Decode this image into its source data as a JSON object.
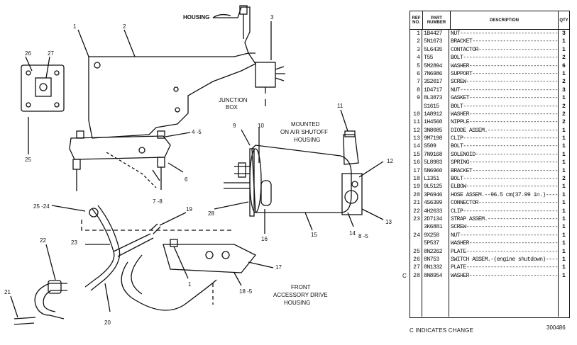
{
  "diagram": {
    "labels": {
      "housing": "HOUSING",
      "junction_box": "JUNCTION\nBOX",
      "mounted": "MOUNTED\nON AIR SHUTOFF\nHOUSING",
      "front_accessory": "FRONT\nACCESSORY DRIVE\nHOUSING"
    },
    "callouts": [
      "1",
      "2",
      "3",
      "26",
      "27",
      "25",
      "4 -5",
      "6",
      "7 -8",
      "9",
      "10",
      "11",
      "12",
      "13",
      "14",
      "8 -5",
      "15",
      "16",
      "28",
      "25 -24",
      "19",
      "23",
      "22",
      "21",
      "20",
      "17",
      "18 -5",
      "1"
    ]
  },
  "table": {
    "headers": {
      "ref": "REF\nNO.",
      "part": "PART\nNUMBER",
      "description": "DESCRIPTION",
      "qty": "QTY"
    },
    "rows": [
      {
        "ref": "1",
        "part": "1B4427",
        "desc": "NUT",
        "qty": "3"
      },
      {
        "ref": "2",
        "part": "5N1673",
        "desc": "BRACKET",
        "qty": "1"
      },
      {
        "ref": "3",
        "part": "5L6435",
        "desc": "CONTACTOR",
        "qty": "1"
      },
      {
        "ref": "4",
        "part": "T55",
        "desc": "BOLT",
        "qty": "2"
      },
      {
        "ref": "5",
        "part": "5M2894",
        "desc": "WASHER",
        "qty": "6"
      },
      {
        "ref": "6",
        "part": "7N6986",
        "desc": "SUPPORT",
        "qty": "1"
      },
      {
        "ref": "7",
        "part": "3S2017",
        "desc": "SCREW",
        "qty": "2"
      },
      {
        "ref": "8",
        "part": "1D4717",
        "desc": "NUT",
        "qty": "3"
      },
      {
        "ref": "9",
        "part": "8L3873",
        "desc": "GASKET",
        "qty": "1"
      },
      {
        "ref": "",
        "part": "S1615",
        "desc": "BOLT",
        "qty": "2"
      },
      {
        "ref": "10",
        "part": "1A8912",
        "desc": "WASHER",
        "qty": "2"
      },
      {
        "ref": "11",
        "part": "1H4560",
        "desc": "NIPPLE",
        "qty": "2"
      },
      {
        "ref": "12",
        "part": "3N8085",
        "desc": "DIODE ASSEM.",
        "qty": "1"
      },
      {
        "ref": "13",
        "part": "9M7198",
        "desc": "CLIP",
        "qty": "1"
      },
      {
        "ref": "14",
        "part": "S509",
        "desc": "BOLT",
        "qty": "1"
      },
      {
        "ref": "15",
        "part": "7N9168",
        "desc": "SOLENOID",
        "qty": "1"
      },
      {
        "ref": "16",
        "part": "5L8983",
        "desc": "SPRING",
        "qty": "1"
      },
      {
        "ref": "17",
        "part": "5N6960",
        "desc": "BRACKET",
        "qty": "1"
      },
      {
        "ref": "18",
        "part": "L1351",
        "desc": "BOLT",
        "qty": "2"
      },
      {
        "ref": "19",
        "part": "9L5125",
        "desc": "ELBOW",
        "qty": "1"
      },
      {
        "ref": "20",
        "part": "3P6946",
        "desc": "HOSE ASSEM.--96.5 cm(37.99 in.)",
        "qty": "1"
      },
      {
        "ref": "21",
        "part": "4S6399",
        "desc": "CONNECTOR",
        "qty": "1"
      },
      {
        "ref": "22",
        "part": "4H2633",
        "desc": "CLIP",
        "qty": "1"
      },
      {
        "ref": "23",
        "part": "2D7134",
        "desc": "STRAP ASSEM.",
        "qty": "1"
      },
      {
        "ref": "",
        "part": "3K6881",
        "desc": "SCREW",
        "qty": "1"
      },
      {
        "ref": "24",
        "part": "9X258",
        "desc": "NUT",
        "qty": "1"
      },
      {
        "ref": "",
        "part": "5P537",
        "desc": "WASHER",
        "qty": "1"
      },
      {
        "ref": "25",
        "part": "8N2262",
        "desc": "PLATE",
        "qty": "1"
      },
      {
        "ref": "26",
        "part": "8N753",
        "desc": "SWITCH ASSEM.-(engine shutdown)",
        "qty": "1"
      },
      {
        "ref": "27",
        "part": "8N1332",
        "desc": "PLATE",
        "qty": "1"
      },
      {
        "ref": "28",
        "part": "8N8954",
        "desc": "WASHER",
        "qty": "1"
      }
    ],
    "change_marker": "C",
    "footer": "C INDICATES CHANGE",
    "doc_id": "300486"
  }
}
